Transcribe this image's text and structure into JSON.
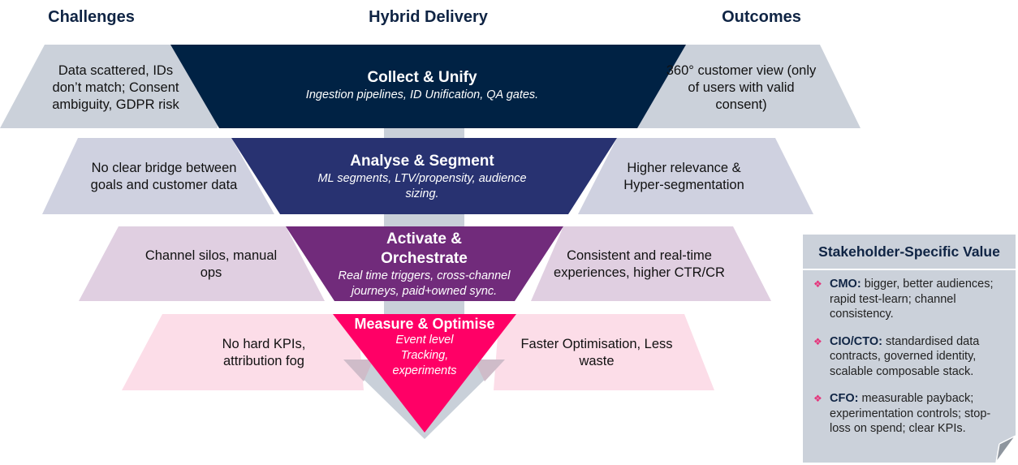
{
  "columns": {
    "challenges": "Challenges",
    "delivery": "Hybrid Delivery",
    "outcomes": "Outcomes"
  },
  "colors": {
    "stage1": "#002244",
    "stage2": "#283271",
    "stage3": "#712B7B",
    "stage4": "#FF0066",
    "spine": "#C9D0D9",
    "side1": "#CBD1DA",
    "side2": "#CFD1E0",
    "side3": "#E0CFE1",
    "side4": "#FCDDE8",
    "bullet": "#E5337A"
  },
  "stages": [
    {
      "title": "Collect & Unify",
      "subtitle": "Ingestion pipelines, ID Unification, QA gates.",
      "challenge": "Data scattered, IDs don’t match; Consent ambiguity, GDPR risk",
      "outcome": "360° customer view (only of users with valid consent)"
    },
    {
      "title": "Analyse & Segment",
      "subtitle": "ML segments, LTV/propensity, audience sizing.",
      "challenge": "No clear bridge between goals and customer data",
      "outcome": "Higher relevance & Hyper-segmentation"
    },
    {
      "title": "Activate & Orchestrate",
      "subtitle": "Real time triggers, cross-channel journeys, paid+owned sync.",
      "challenge": "Channel silos, manual ops",
      "outcome": "Consistent and real-time experiences, higher CTR/CR"
    },
    {
      "title": "Measure & Optimise",
      "subtitle": "Event level Tracking, experiments",
      "challenge": "No hard KPIs, attribution fog",
      "outcome": "Faster Optimisation, Less waste"
    }
  ],
  "stakeholder_panel": {
    "title": "Stakeholder-Specific Value",
    "bullet_icon": "diamond-cluster-icon",
    "items": [
      {
        "role": "CMO:",
        "text": " bigger, better audiences; rapid test-learn; channel consistency."
      },
      {
        "role": "CIO/CTO:",
        "text": " standardised data contracts, governed identity, scalable composable stack."
      },
      {
        "role": "CFO:",
        "text": " measurable payback; experimentation controls; stop-loss on spend; clear KPIs."
      }
    ]
  }
}
